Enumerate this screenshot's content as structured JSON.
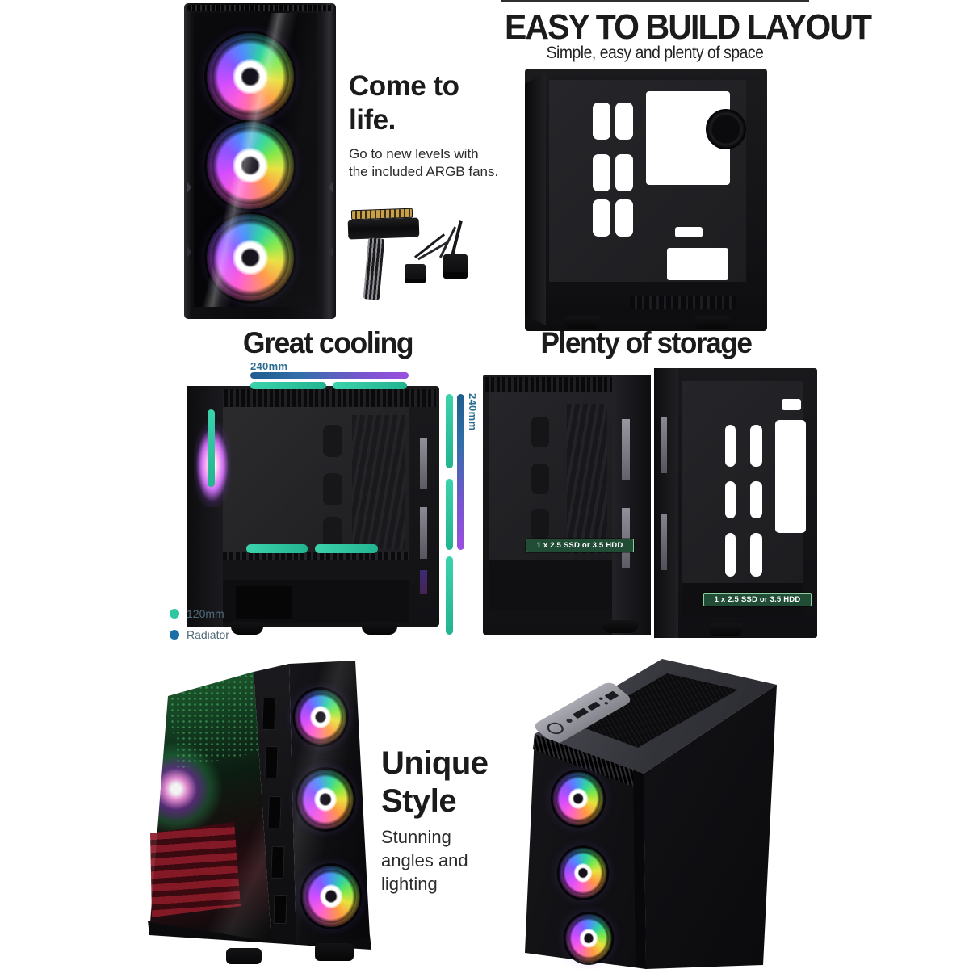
{
  "page": {
    "background": "#ffffff"
  },
  "come_to_life": {
    "heading": "Come to\nlife.",
    "body": "Go to new levels with\nthe included ARGB fans."
  },
  "easy_layout": {
    "heading": "EASY TO BUILD LAYOUT",
    "subheading": "Simple, easy and plenty of space"
  },
  "great_cooling": {
    "heading": "Great cooling",
    "top_dimension_label": "240mm",
    "right_dimension_label": "240mm",
    "legend": [
      {
        "label": "120mm",
        "color": "#2fc7a2"
      },
      {
        "label": "Radiator",
        "color": "#1c6fa6"
      }
    ]
  },
  "storage": {
    "heading": "Plenty of storage",
    "labels": [
      "1 x 2.5 SSD or 3.5 HDD",
      "1 x 2.5 SSD or 3.5 HDD"
    ]
  },
  "unique_style": {
    "heading": "Unique\nStyle",
    "body": "Stunning\nangles and\nlighting"
  },
  "colors": {
    "fan_bar_teal": "#2fc7a2",
    "radiator_bar_blue": "#1f5d8c",
    "radiator_bar_purple": "#9b4fe0",
    "dimension_label": "#2c6e90",
    "drive_label_bg": "#214d36",
    "drive_label_border": "#8ecf9c",
    "drive_label_text": "#ffffff",
    "heading_text": "#1b1b1b"
  }
}
